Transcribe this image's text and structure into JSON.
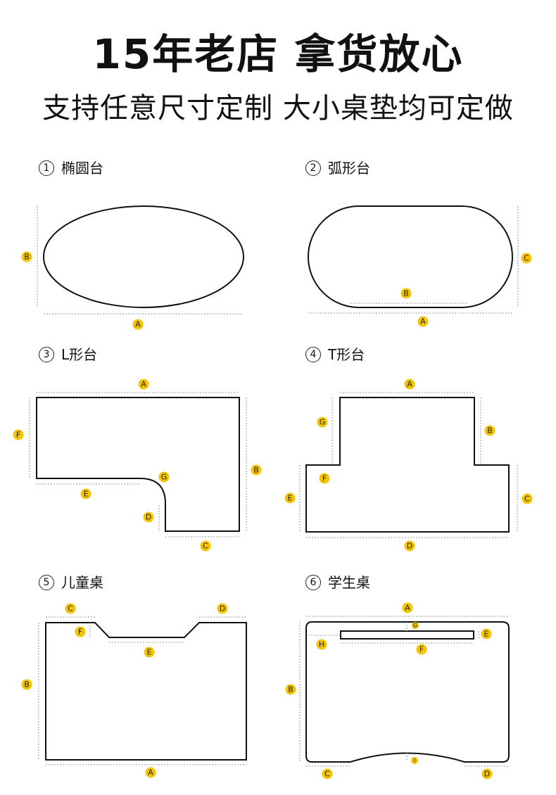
{
  "header": {
    "title": "15年老店  拿货放心",
    "subtitle": "支持任意尺寸定制 大小桌垫均可定做"
  },
  "sections": [
    {
      "num": "1",
      "label": "椭圆台"
    },
    {
      "num": "2",
      "label": "弧形台"
    },
    {
      "num": "3",
      "label": "L形台"
    },
    {
      "num": "4",
      "label": "T形台"
    },
    {
      "num": "5",
      "label": "儿童桌"
    },
    {
      "num": "6",
      "label": "学生桌"
    }
  ],
  "badges": {
    "oval": [
      "B",
      "A"
    ],
    "arc": [
      "C",
      "B",
      "A"
    ],
    "l_shape": [
      "A",
      "F",
      "B",
      "G",
      "E",
      "D",
      "C"
    ],
    "t_shape": [
      "A",
      "G",
      "B",
      "F",
      "E",
      "C",
      "D"
    ],
    "kids": [
      "C",
      "D",
      "F",
      "E",
      "B",
      "A"
    ],
    "student": [
      "A",
      "G",
      "E",
      "H",
      "F",
      "B",
      "I",
      "C",
      "D"
    ]
  },
  "colors": {
    "badge": "#f5c400",
    "outline": "#111111",
    "dimension": "#9a9a9a"
  }
}
